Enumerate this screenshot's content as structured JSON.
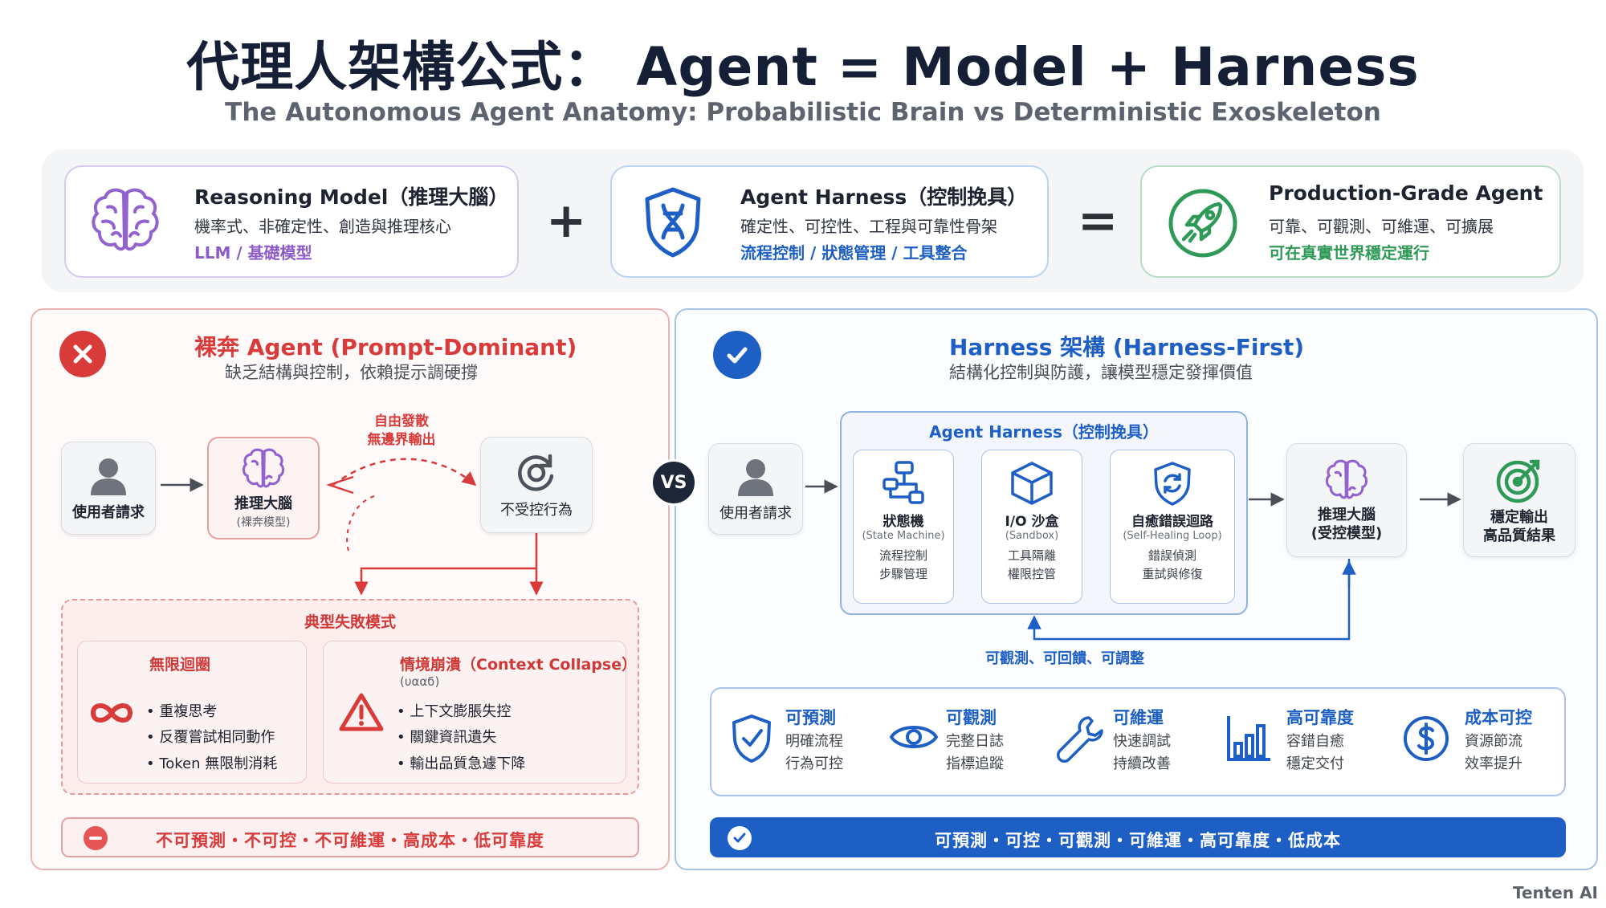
{
  "header": {
    "title": "代理人架構公式： Agent = Model + Harness",
    "subtitle": "The Autonomous Agent Anatomy: Probabilistic Brain vs Deterministic Exoskeleton"
  },
  "equation": {
    "model": {
      "title": "Reasoning Model（推理大腦）",
      "desc": "機率式、非確定性、創造與推理核心",
      "tag_a": "LLM",
      "tag_sep": " / ",
      "tag_b": "基礎模型",
      "icon": "brain-icon"
    },
    "plus": "+",
    "harness": {
      "title": "Agent Harness（控制挽具）",
      "desc": "確定性、可控性、工程與可靠性骨架",
      "tag": "流程控制 / 狀態管理 / 工具整合",
      "icon": "shield-icon"
    },
    "equals": "=",
    "agent": {
      "title": "Production-Grade Agent",
      "desc": "可靠、可觀測、可維運、可擴展",
      "tag": "可在真實世界穩定運行",
      "icon": "rocket-icon"
    }
  },
  "vs_label": "VS",
  "left": {
    "title": "裸奔 Agent (Prompt-Dominant)",
    "subtitle": "缺乏結構與控制，依賴提示調硬撐",
    "user": "使用者請求",
    "brain_label": "推理大腦",
    "brain_sub": "(裸奔模型)",
    "free_line1": "自由發散",
    "free_line2": "無邊界輸出",
    "uncontrolled": "不受控行為",
    "failure_title": "典型失敗模式",
    "fail1": {
      "title": "無限迴圈",
      "items": [
        "重複思考",
        "反覆嘗試相同動作",
        "Token 無限制消耗"
      ]
    },
    "fail2": {
      "title": "情境崩潰（Context Collapse）",
      "note": "(υααϭ)",
      "items": [
        "上下文膨脹失控",
        "關鍵資訊遺失",
        "輸出品質急遽下降"
      ]
    },
    "bottom": "不可預測・不可控・不可維運・高成本・低可靠度"
  },
  "right": {
    "title": "Harness 架構 (Harness-First)",
    "subtitle": "結構化控制與防護，讓模型穩定發揮價值",
    "user": "使用者請求",
    "harness_label": "Agent Harness（控制挽具）",
    "modules": [
      {
        "title": "狀態機",
        "sub": "(State Machine)",
        "desc1": "流程控制",
        "desc2": "步驟管理",
        "icon": "state-machine-icon"
      },
      {
        "title": "I/O 沙盒",
        "sub": "(Sandbox)",
        "desc1": "工具隔離",
        "desc2": "權限控管",
        "icon": "cube-icon"
      },
      {
        "title": "自癒錯誤迴路",
        "sub": "(Self-Healing Loop)",
        "desc1": "錯誤偵測",
        "desc2": "重試與修復",
        "icon": "self-heal-icon"
      }
    ],
    "brain_label": "推理大腦",
    "brain_sub": "(受控模型)",
    "output_line1": "穩定輸出",
    "output_line2": "高品質結果",
    "feedback": "可觀測、可回饋、可調整",
    "benefits": [
      {
        "title": "可預測",
        "desc1": "明確流程",
        "desc2": "行為可控",
        "icon": "check-shield-icon"
      },
      {
        "title": "可觀測",
        "desc1": "完整日誌",
        "desc2": "指標追蹤",
        "icon": "eye-icon"
      },
      {
        "title": "可維運",
        "desc1": "快速調試",
        "desc2": "持續改善",
        "icon": "wrench-icon"
      },
      {
        "title": "高可靠度",
        "desc1": "容錯自癒",
        "desc2": "穩定交付",
        "icon": "bar-chart-icon"
      },
      {
        "title": "成本可控",
        "desc1": "資源節流",
        "desc2": "效率提升",
        "icon": "dollar-icon"
      }
    ],
    "bottom": "可預測・可控・可觀測・可維運・高可靠度・低成本"
  },
  "watermark": "Tenten AI",
  "colors": {
    "red": "#d93b3b",
    "blue": "#1d5fc4",
    "green": "#2f9a57",
    "purple": "#8d5cc9"
  }
}
